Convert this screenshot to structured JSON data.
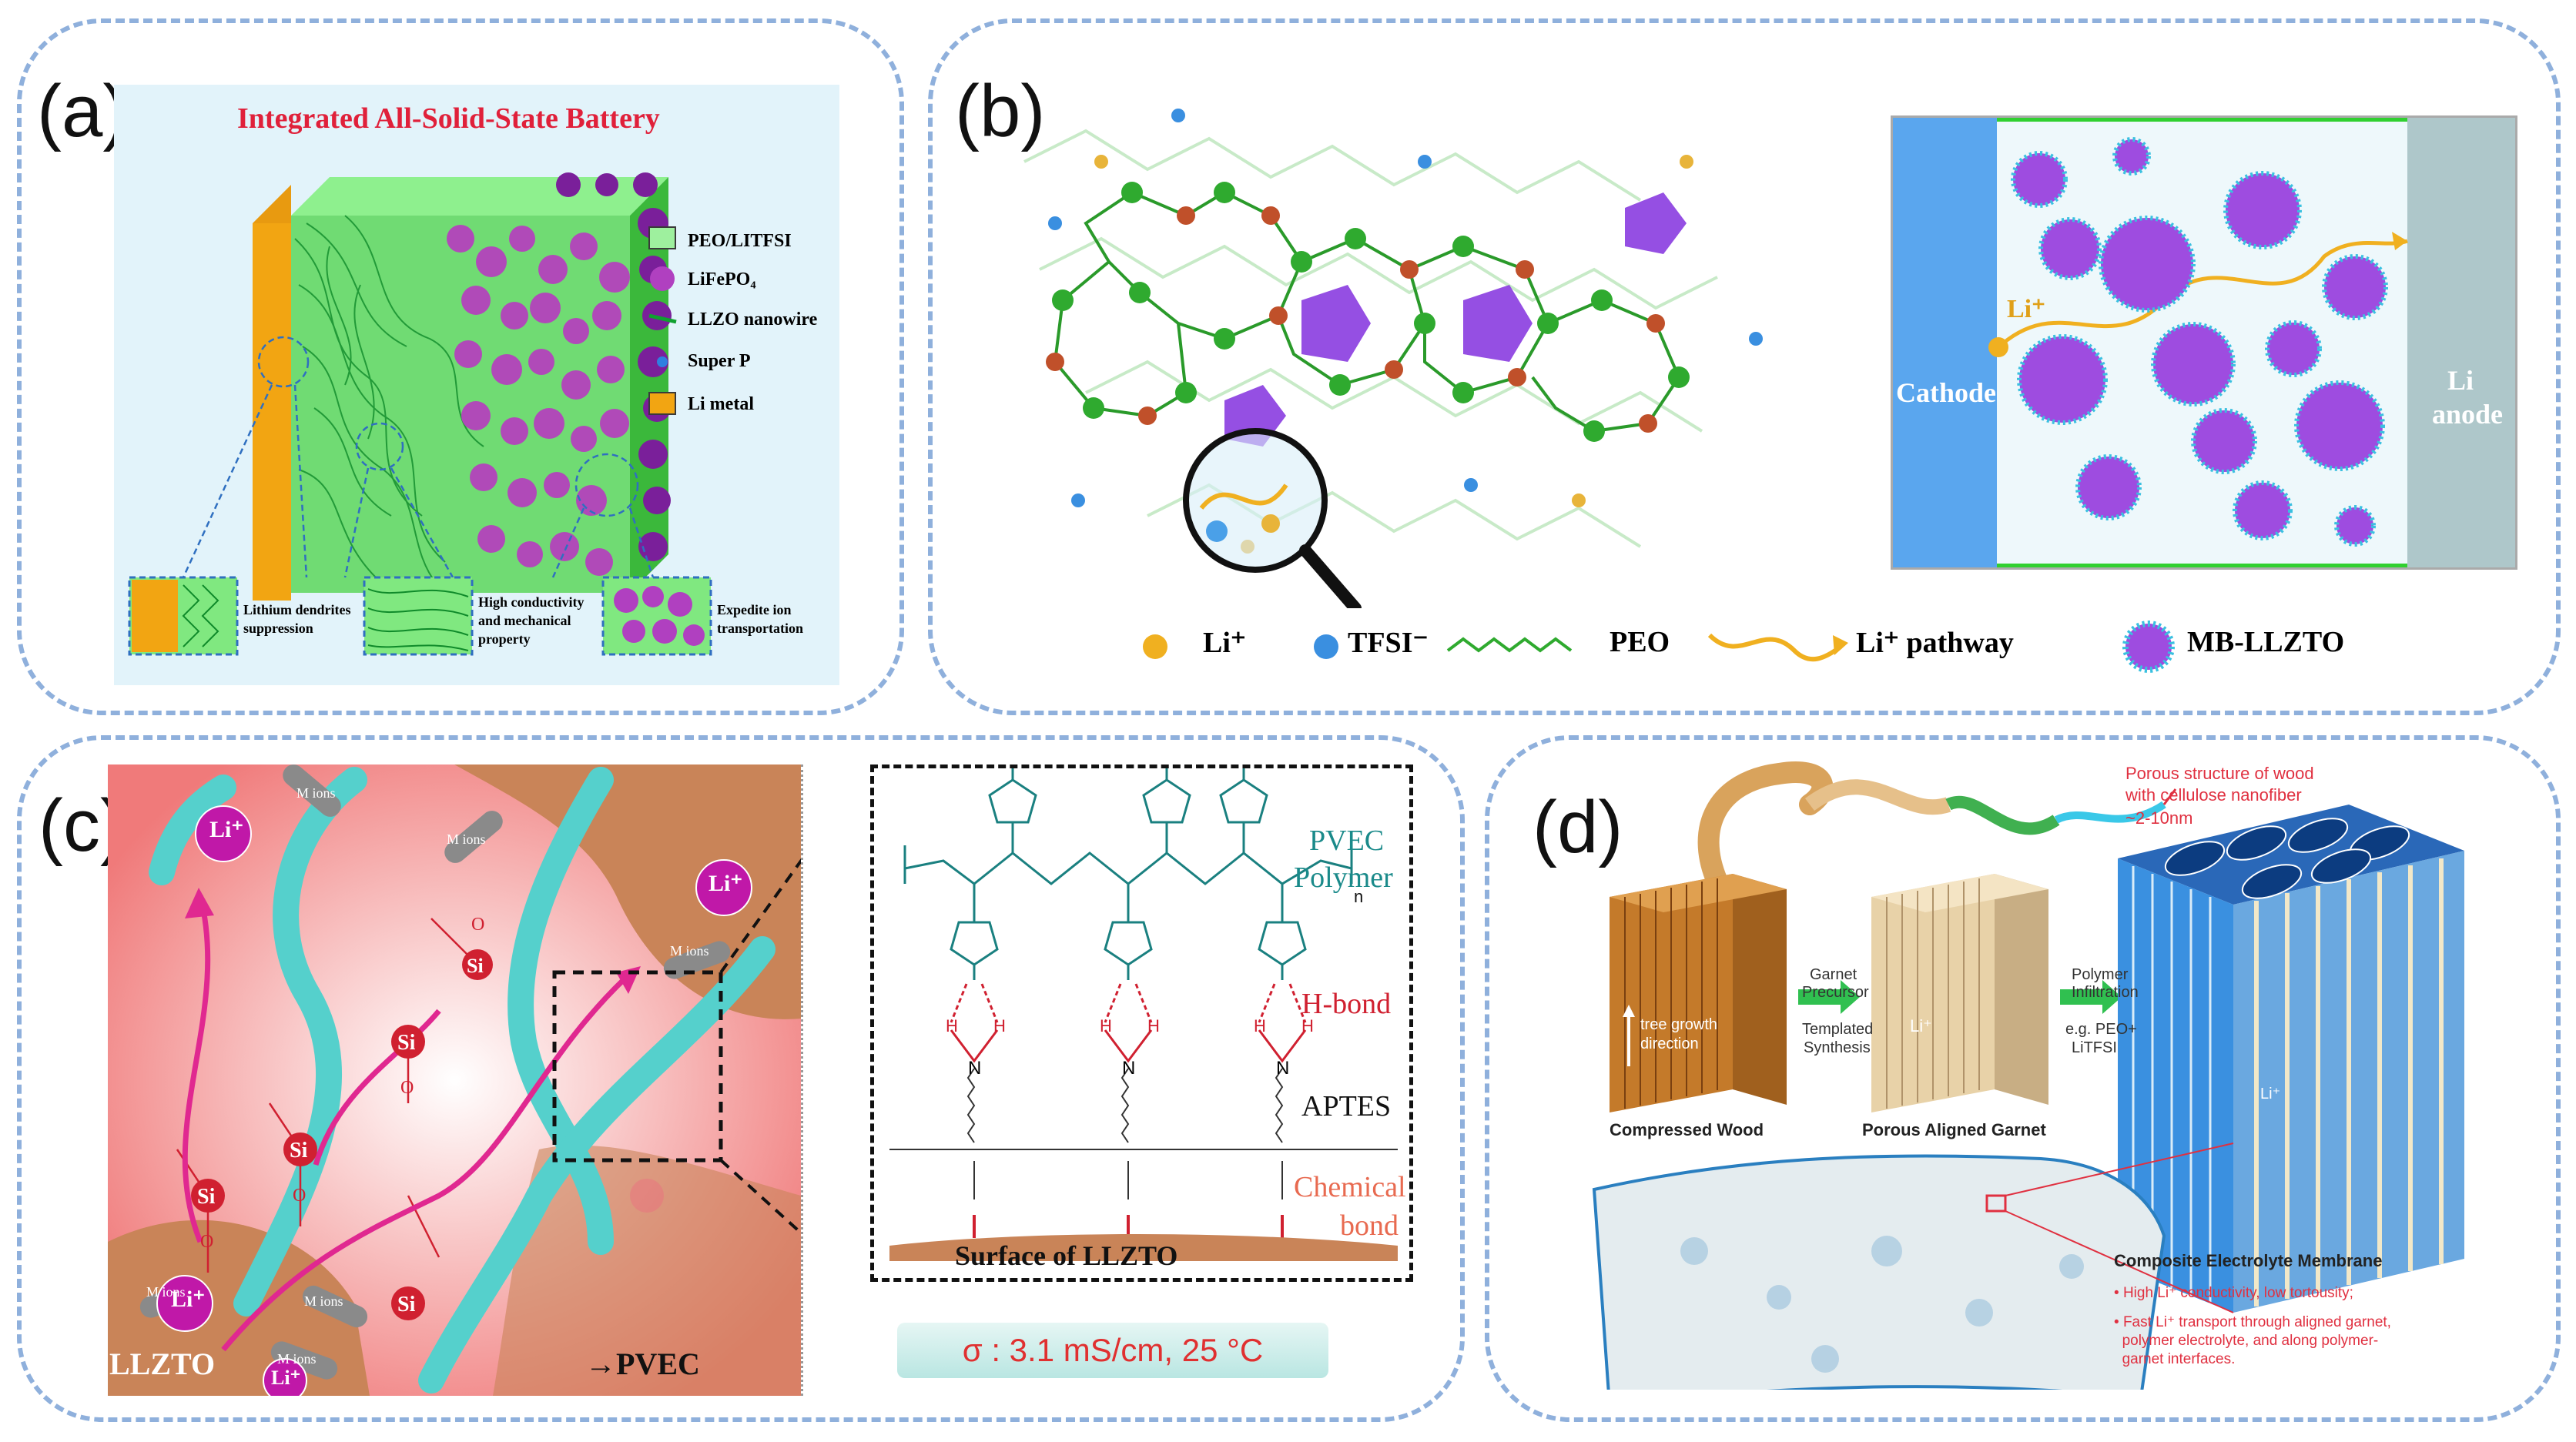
{
  "panels": {
    "a": {
      "label": "(a)",
      "title": "Integrated All-Solid-State Battery",
      "legend": [
        "PEO/LITFSI",
        "LiFePO₄",
        "LLZO nanowire",
        "Super P",
        "Li metal"
      ],
      "insets": [
        "Lithium dendrites suppression",
        "High conductivity and mechanical property",
        "Expedite ion transportation"
      ],
      "colors": {
        "peo": "#7ee87e",
        "lfp": "#b040c0",
        "llzo": "#10a030",
        "superp": "#2f7fe0",
        "li": "#f2a512"
      }
    },
    "b": {
      "label": "(b)",
      "cathode": "Cathode",
      "anode_line1": "Li",
      "anode_line2": "anode",
      "li_ion": "Li⁺",
      "legend": [
        "Li⁺",
        "TFSI⁻",
        "PEO",
        "Li⁺ pathway",
        "MB-LLZTO"
      ]
    },
    "c": {
      "label": "(c)",
      "m_ions": "M ions",
      "si": "Si",
      "o": "O",
      "li": "Li⁺",
      "llzto": "LLZTO",
      "pvec_arrow": "PVEC",
      "labels": {
        "pvec_line1": "PVEC",
        "pvec_line2": "Polymer",
        "hbond": "H-bond",
        "aptes": "APTES",
        "chem_line1": "Chemical",
        "chem_line2": "bond",
        "surface": "Surface of LLZTO",
        "n": "n",
        "h": "H",
        "nitrogen": "N"
      },
      "conductivity": "σ : 3.1 mS/cm, 25 °C"
    },
    "d": {
      "label": "(d)",
      "wood_note_line1": "Porous structure of wood",
      "wood_note_line2": "with cellulose nanofiber",
      "wood_note_line3": "~2-10nm",
      "tree_line1": "tree growth",
      "tree_line2": "direction",
      "step1_line1": "Garnet",
      "step1_line2": "Precursor",
      "step1_line3": "Templated",
      "step1_line4": "Synthesis",
      "step2_line1": "Polymer",
      "step2_line2": "Infiltration",
      "step2_line3": "e.g. PEO+",
      "step2_line4": "LiTFSI",
      "li": "Li⁺",
      "compressed_wood": "Compressed Wood",
      "porous_garnet": "Porous Aligned Garnet",
      "membrane": "Composite Electrolyte Membrane",
      "bullet1": "High Li⁺ conductivity, low tortousity;",
      "bullet2_line1": "Fast Li⁺ transport through aligned garnet,",
      "bullet2_line2": "polymer electrolyte, and along polymer-",
      "bullet2_line3": "garnet interfaces."
    }
  }
}
